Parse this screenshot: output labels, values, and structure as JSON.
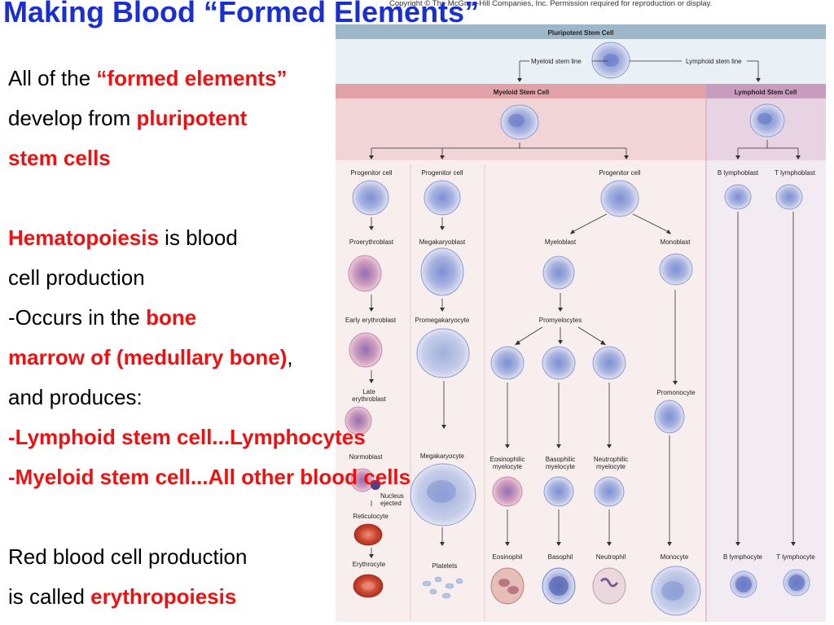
{
  "slide": {
    "title": "Making Blood “Formed Elements”",
    "copyright": "Copyright © The McGraw-Hill Companies, Inc. Permission required for reproduction or display.",
    "text": {
      "l1a": "All of the ",
      "l1b": "“formed elements”",
      "l2a": "develop from ",
      "l2b": "pluripotent",
      "l3": "stem cells",
      "l4a": "Hematopoiesis",
      "l4b": " is blood",
      "l5": "cell production",
      "l6a": "-Occurs in the ",
      "l6b": "bone",
      "l7a": "marrow of (medullary bone)",
      "l7b": ",",
      "l8": "and produces:",
      "l9": "-Lymphoid stem cell...Lymphocytes",
      "l10": "-Myeloid stem cell...All other blood cells",
      "l11": "Red blood cell production",
      "l12a": "is called ",
      "l12b": "erythropoiesis"
    }
  },
  "diagram": {
    "pluripotent_header": "Pluripotent Stem Cell",
    "myeloid_line": "Myeloid stem line",
    "lymphoid_line": "Lymphoid stem line",
    "myeloid_header": "Myeloid Stem Cell",
    "lymphoid_header": "Lymphoid Stem Cell",
    "progenitor_1": "Progenitor cell",
    "progenitor_2": "Progenitor cell",
    "progenitor_3": "Progenitor cell",
    "b_lymphoblast": "B lymphoblast",
    "t_lymphoblast": "T lymphoblast",
    "proerythroblast": "Proerythroblast",
    "megakaryoblast": "Megakaryoblast",
    "myeloblast": "Myeloblast",
    "monoblast": "Monoblast",
    "early_erythroblast": "Early erythroblast",
    "promegakaryocyte": "Promegakaryocyte",
    "promyelocytes": "Promyelocytes",
    "late_erythroblast_1": "Late",
    "late_erythroblast_2": "erythroblast",
    "megakaryocyte": "Megakaryocyte",
    "promonocyte": "Promonocyte",
    "normoblast": "Normoblast",
    "nucleus_1": "Nucleus",
    "nucleus_2": "ejected",
    "eosinophilic_1": "Eosinophilic",
    "eosinophilic_2": "myelocyte",
    "basophilic_1": "Basophilic",
    "basophilic_2": "myelocyte",
    "neutrophilic_1": "Neutrophilic",
    "neutrophilic_2": "myelocyte",
    "reticulocyte": "Reticulocyte",
    "erythrocyte": "Erythrocyte",
    "platelets": "Platelets",
    "eosinophil": "Eosinophil",
    "basophil": "Basophil",
    "neutrophil": "Neutrophil",
    "monocyte": "Monocyte",
    "b_lymphocyte": "B lymphocyte",
    "t_lymphocyte": "T lymphocyte"
  }
}
